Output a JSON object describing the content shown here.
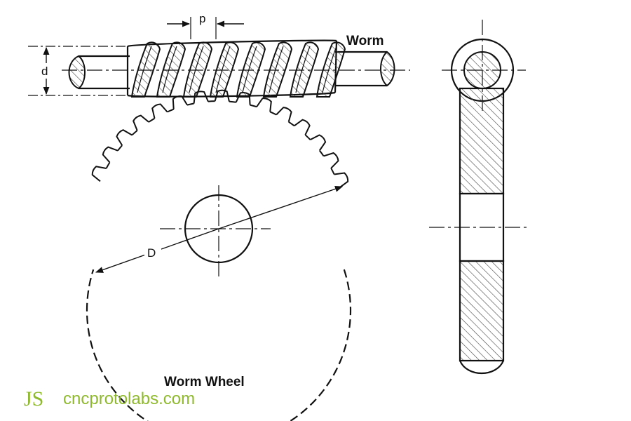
{
  "labels": {
    "worm": "Worm",
    "worm_wheel": "Worm Wheel",
    "pitch": "p",
    "worm_diameter": "d",
    "wheel_diameter": "D"
  },
  "watermark": {
    "logo": "JS",
    "site": "cncprotolabs.com",
    "color": "#8fba2e"
  },
  "colors": {
    "line": "#111111",
    "hatch": "#444444",
    "background": "#ffffff"
  }
}
